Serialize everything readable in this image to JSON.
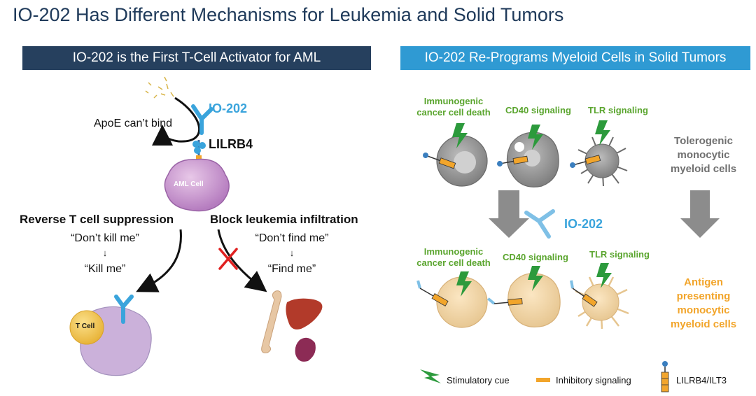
{
  "title": "IO-202 Has Different Mechanisms for Leukemia and Solid Tumors",
  "left_panel": {
    "banner": "IO-202 is the First T-Cell Activator for AML",
    "drug_label": "IO-202",
    "apoe_label": "ApoE can’t bind",
    "receptor_label": "LILRB4",
    "aml_cell_label": "AML Cell",
    "branch_left": {
      "heading": "Reverse T cell suppression",
      "quote_before": "“Don’t kill me”",
      "arrow": "↓",
      "quote_after": "“Kill me”"
    },
    "branch_right": {
      "heading": "Block leukemia infiltration",
      "quote_before": "“Don’t find me”",
      "arrow": "↓",
      "quote_after": "“Find me”"
    },
    "tcell_label": "T Cell"
  },
  "right_panel": {
    "banner": "IO-202 Re-Programs Myeloid Cells in Solid Tumors",
    "top_row": {
      "col1": [
        "Immunogenic",
        "cancer cell death"
      ],
      "col2": "CD40 signaling",
      "col3": "TLR signaling",
      "state": [
        "Tolerogenic",
        "monocytic",
        "myeloid cells"
      ]
    },
    "drug_label": "IO-202",
    "bottom_row": {
      "col1": [
        "Immunogenic",
        "cancer cell death"
      ],
      "col2": "CD40 signaling",
      "col3": "TLR signaling",
      "state": [
        "Antigen",
        "presenting",
        "monocytic",
        "myeloid cells"
      ]
    },
    "legend": {
      "stimulatory": "Stimulatory cue",
      "inhibitory": "Inhibitory signaling",
      "receptor": "LILRB4/ILT3"
    }
  },
  "colors": {
    "title": "#1f3a5a",
    "banner_left": "#26405e",
    "banner_right": "#2f9ad3",
    "green": "#5aa52e",
    "orange": "#f2a52b",
    "blue": "#3aa4dc",
    "grey": "#707070"
  }
}
